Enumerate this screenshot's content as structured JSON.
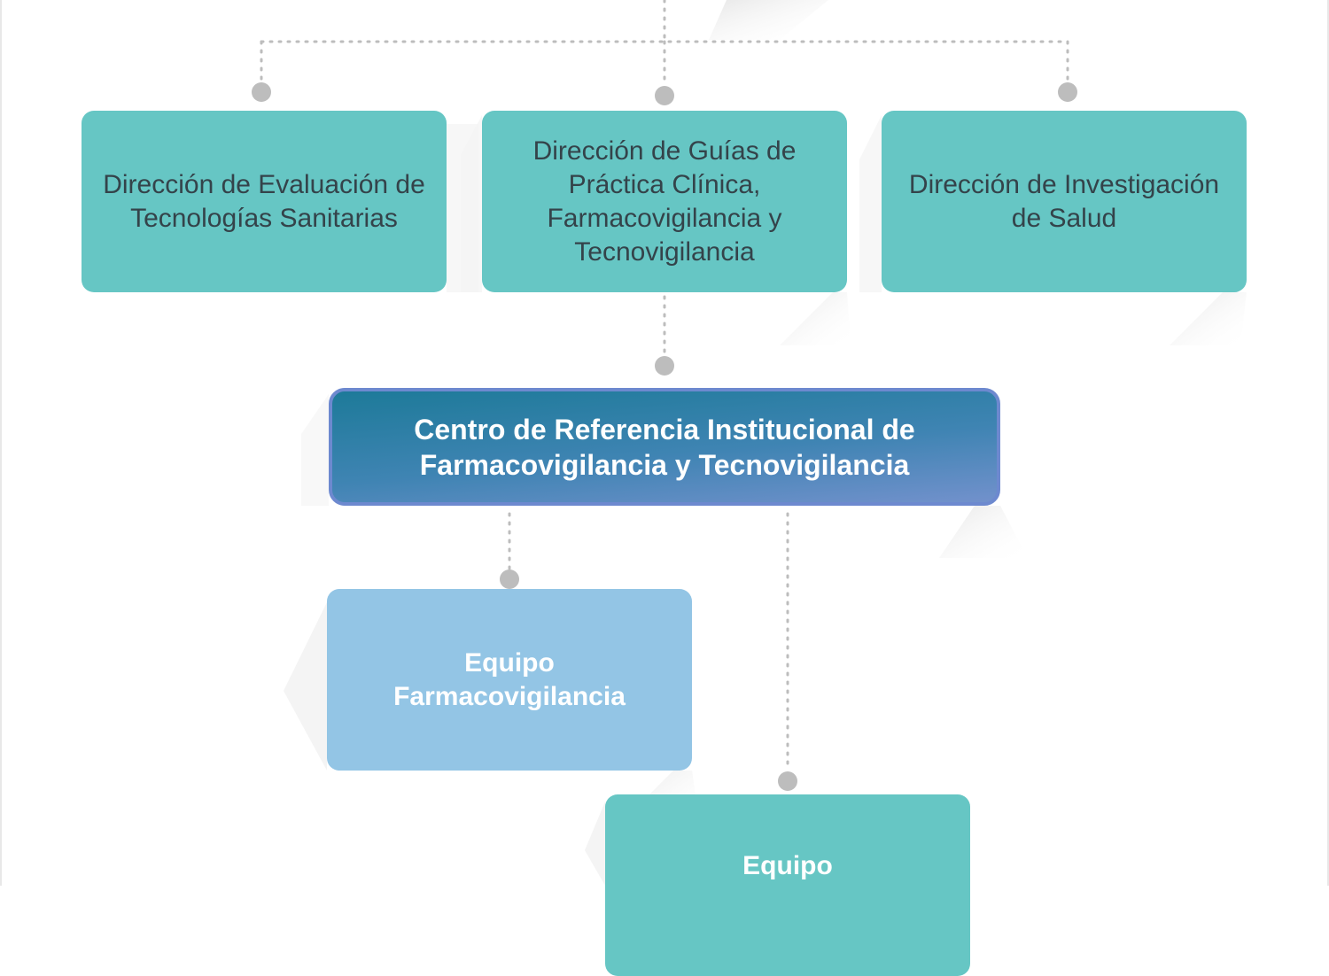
{
  "diagram": {
    "nodes": {
      "direccion_evaluacion": "Dirección de Evaluación de Tecnologías Sanitarias",
      "direccion_guias": "Dirección de Guías de Práctica Clínica, Farmacovigilancia y Tecnovigilancia",
      "direccion_investigacion": "Dirección de Investigación de Salud",
      "centro_referencia": "Centro de Referencia Institucional de Farmacovigilancia y Tecnovigilancia",
      "equipo_farmacovigilancia": "Equipo Farmacovigilancia",
      "equipo_tecnovigilancia": "Equipo"
    },
    "edges": [
      {
        "from": "top",
        "to": "direccion_evaluacion"
      },
      {
        "from": "top",
        "to": "direccion_guias"
      },
      {
        "from": "top",
        "to": "direccion_investigacion"
      },
      {
        "from": "direccion_guias",
        "to": "centro_referencia"
      },
      {
        "from": "centro_referencia",
        "to": "equipo_farmacovigilancia"
      },
      {
        "from": "centro_referencia",
        "to": "equipo_tecnovigilancia"
      }
    ],
    "colors": {
      "teal": "#66c6c4",
      "light_blue": "#93c5e5",
      "center_gradient_start": "#1d7a99",
      "center_gradient_end": "#7291cc",
      "connector": "#bdbdbd",
      "dark_text": "#34434a"
    }
  }
}
